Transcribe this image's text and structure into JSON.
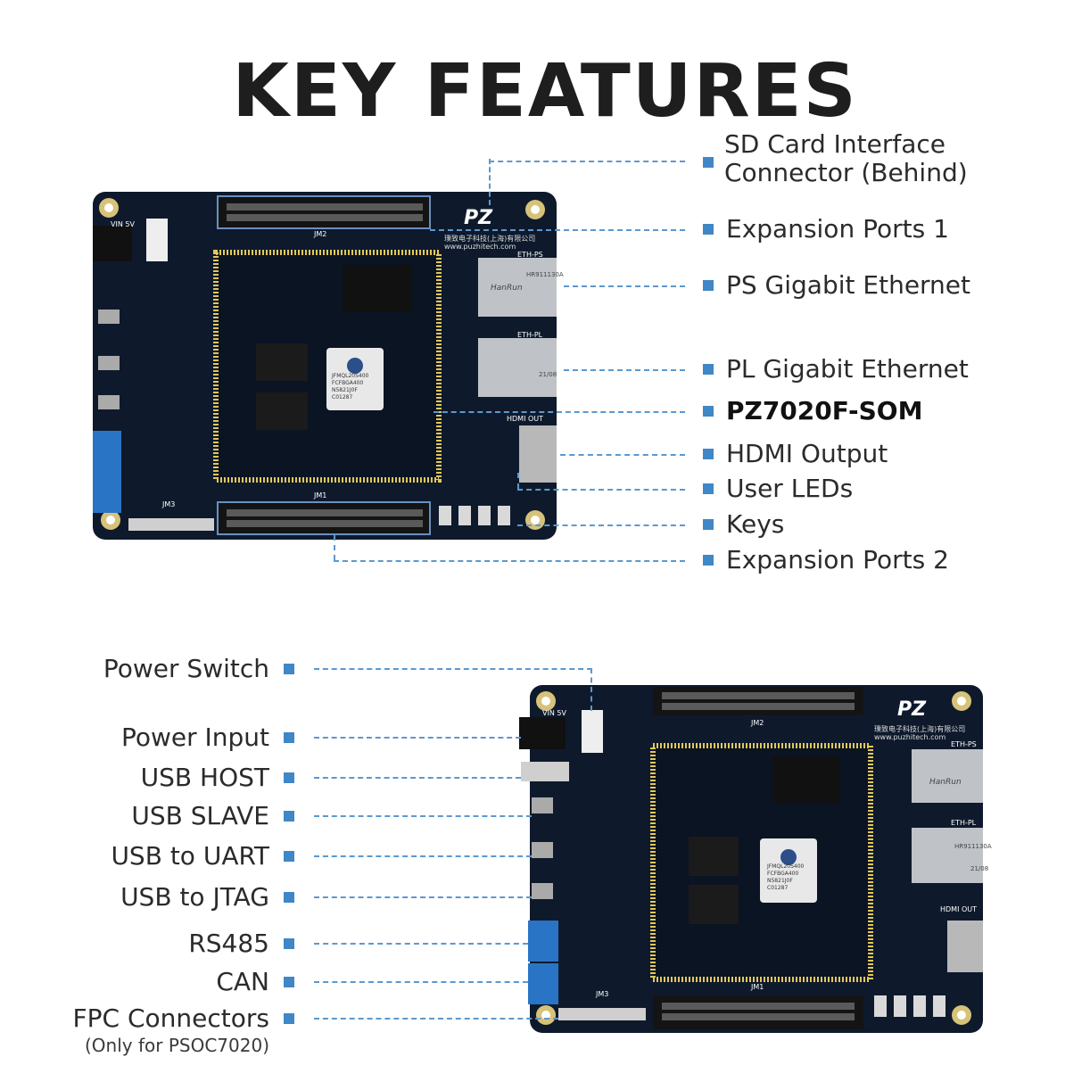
{
  "title": "KEY FEATURES",
  "colors": {
    "accent": "#3f87c6",
    "pcb": "#0e1a2c",
    "pcb_dark": "#08111f"
  },
  "top_labels": [
    {
      "text": "SD Card Interface",
      "text2": "Connector (Behind)"
    },
    {
      "text": "Expansion Ports 1"
    },
    {
      "text": "PS Gigabit Ethernet"
    },
    {
      "text": "PL Gigabit Ethernet"
    },
    {
      "text": "PZ7020F-SOM"
    },
    {
      "text": "HDMI Output"
    },
    {
      "text": "User LEDs"
    },
    {
      "text": "Keys"
    },
    {
      "text": "Expansion Ports 2"
    }
  ],
  "bottom_labels": [
    {
      "text": "Power Switch"
    },
    {
      "text": "Power Input"
    },
    {
      "text": "USB HOST"
    },
    {
      "text": "USB SLAVE"
    },
    {
      "text": "USB to UART"
    },
    {
      "text": "USB to JTAG"
    },
    {
      "text": "RS485"
    },
    {
      "text": "CAN"
    },
    {
      "text": "FPC Connectors",
      "note": "(Only for PSOC7020)"
    }
  ],
  "board": {
    "brand_logo": "PZ",
    "company": "璞致电子科技(上海)有限公司",
    "website": "www.puzhitech.com",
    "power_label": "VIN 5V",
    "eth_ps_label": "ETH-PS",
    "eth_pl_label": "ETH-PL",
    "eth_module_brand": "HanRun",
    "eth_module_part": "HR911130A",
    "eth_module_code": "21/08",
    "hdmi_label": "HDMI OUT",
    "chip_lines": [
      "JFMQL20S400",
      "FCFBGA400",
      "N5821J0F",
      "C01287"
    ],
    "jm_top": "JM2",
    "jm_bottom": "JM1",
    "fpc_label": "JM3"
  }
}
